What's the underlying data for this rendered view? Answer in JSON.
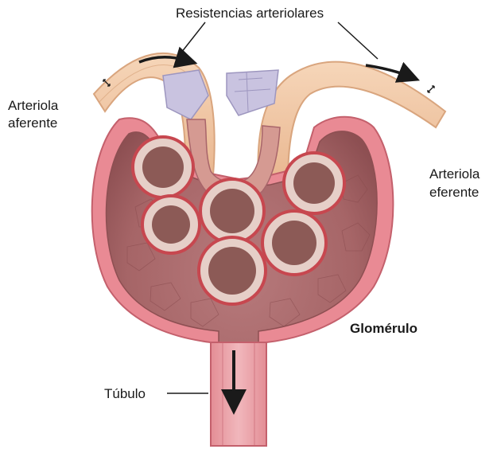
{
  "labels": {
    "resistencias": "Resistencias arteriolares",
    "aferente_line1": "Arteriola",
    "aferente_line2": "aferente",
    "eferente_line1": "Arteriola",
    "eferente_line2": "eferente",
    "glomerulo": "Glomérulo",
    "tubulo": "Túbulo"
  },
  "colors": {
    "capsule_outer": "#e98a94",
    "capsule_wall": "#d96b77",
    "capsule_inner": "#f4c2c8",
    "tissue": "#c98b8b",
    "tissue_dark": "#9e5a5c",
    "capillary": "#e6cfc8",
    "capillary_rim": "#c7474f",
    "lumen": "#8c5a56",
    "vessel": "#f3c9a6",
    "vessel_stroke": "#d9a57e",
    "cells_violet": "#c9c3e0",
    "tubule": "#e8a1a6",
    "arrow": "#1a1a1a"
  }
}
